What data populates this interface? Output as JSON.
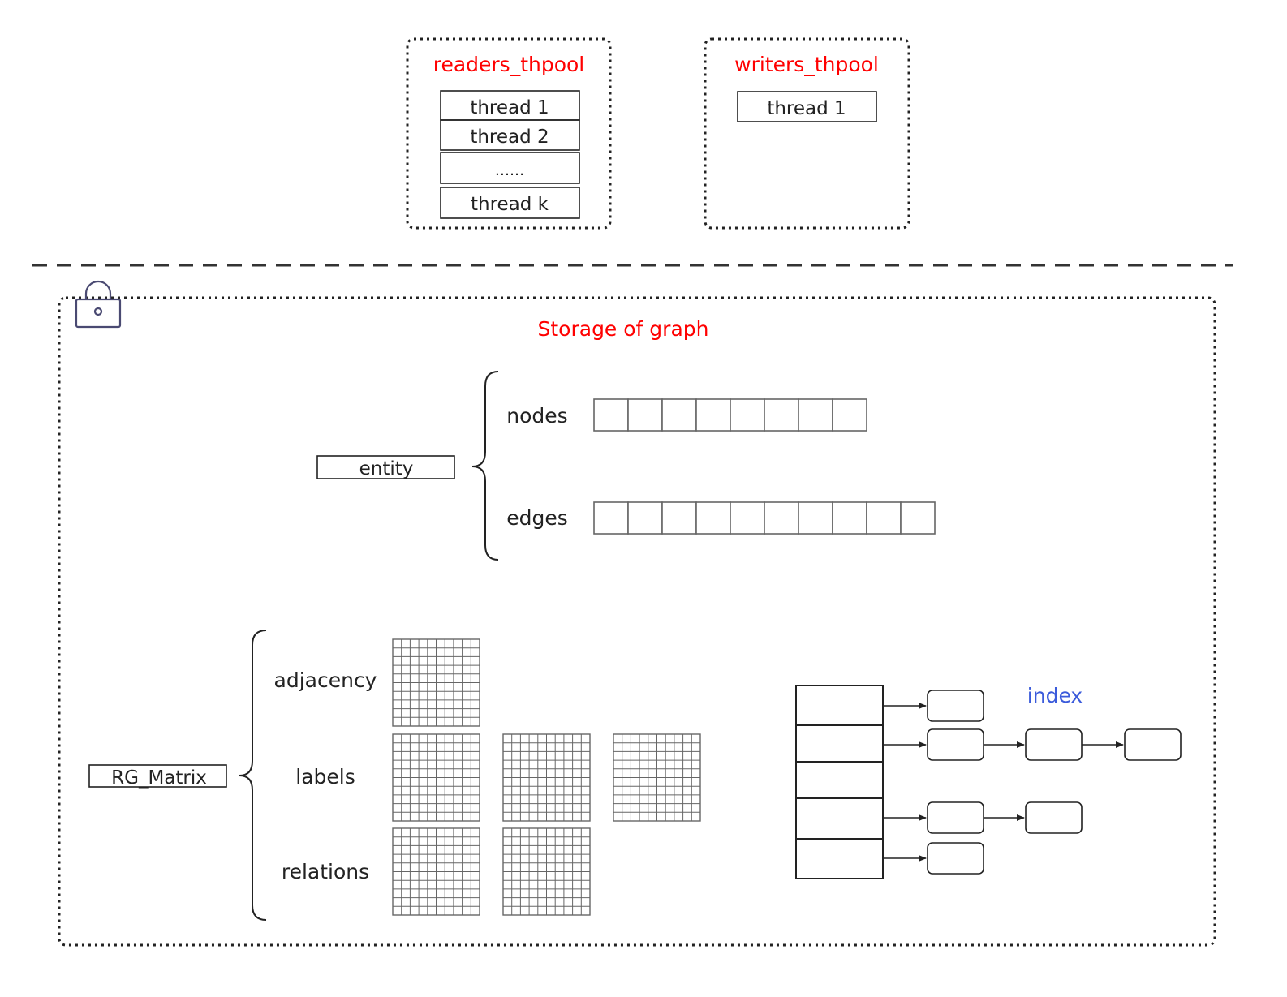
{
  "readers_pool": {
    "title": "readers_thpool",
    "threads": [
      "thread 1",
      "thread 2",
      "......",
      "thread k"
    ]
  },
  "writers_pool": {
    "title": "writers_thpool",
    "threads": [
      "thread 1"
    ]
  },
  "storage": {
    "title": "Storage of graph",
    "lock_icon": "lock-icon",
    "entity": {
      "label": "entity",
      "nodes": {
        "label": "nodes",
        "cell_count": 8
      },
      "edges": {
        "label": "edges",
        "cell_count": 10
      }
    },
    "rg_matrix": {
      "label": "RG_Matrix",
      "adjacency": {
        "label": "adjacency",
        "matrix_count": 1
      },
      "labels": {
        "label": "labels",
        "matrix_count": 3
      },
      "relations": {
        "label": "relations",
        "matrix_count": 2
      }
    },
    "index": {
      "label": "index",
      "bucket_count": 5,
      "chains": [
        1,
        3,
        0,
        2,
        1
      ]
    }
  },
  "colors": {
    "title_red": "#ff0000",
    "index_blue": "#3b5bdb",
    "stroke": "#222222",
    "grid": "#666666",
    "lock": "#4a4a72"
  }
}
